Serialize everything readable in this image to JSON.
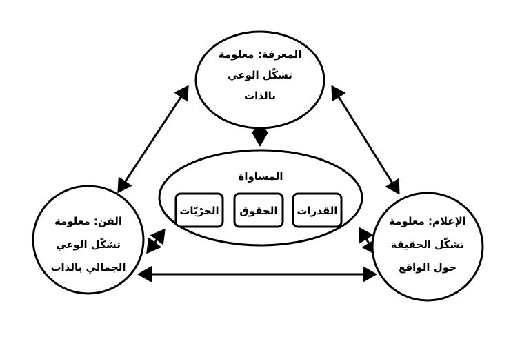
{
  "top_node": {
    "lines": [
      "المعرفة: معلومة",
      "تشكّل الوعي",
      "بالذات"
    ]
  },
  "center_node": {
    "title": "المساواة",
    "boxes": [
      "القدرات",
      "الحقوق",
      "الحرّيّات"
    ]
  },
  "left_node": {
    "lines": [
      "الفن: معلومة",
      "تشكّل الوعي",
      "الجمالي بالذات"
    ]
  },
  "right_node": {
    "lines": [
      "الإعلام: معلومة",
      "تشكّل الحقيقة",
      "حول الواقع"
    ]
  }
}
